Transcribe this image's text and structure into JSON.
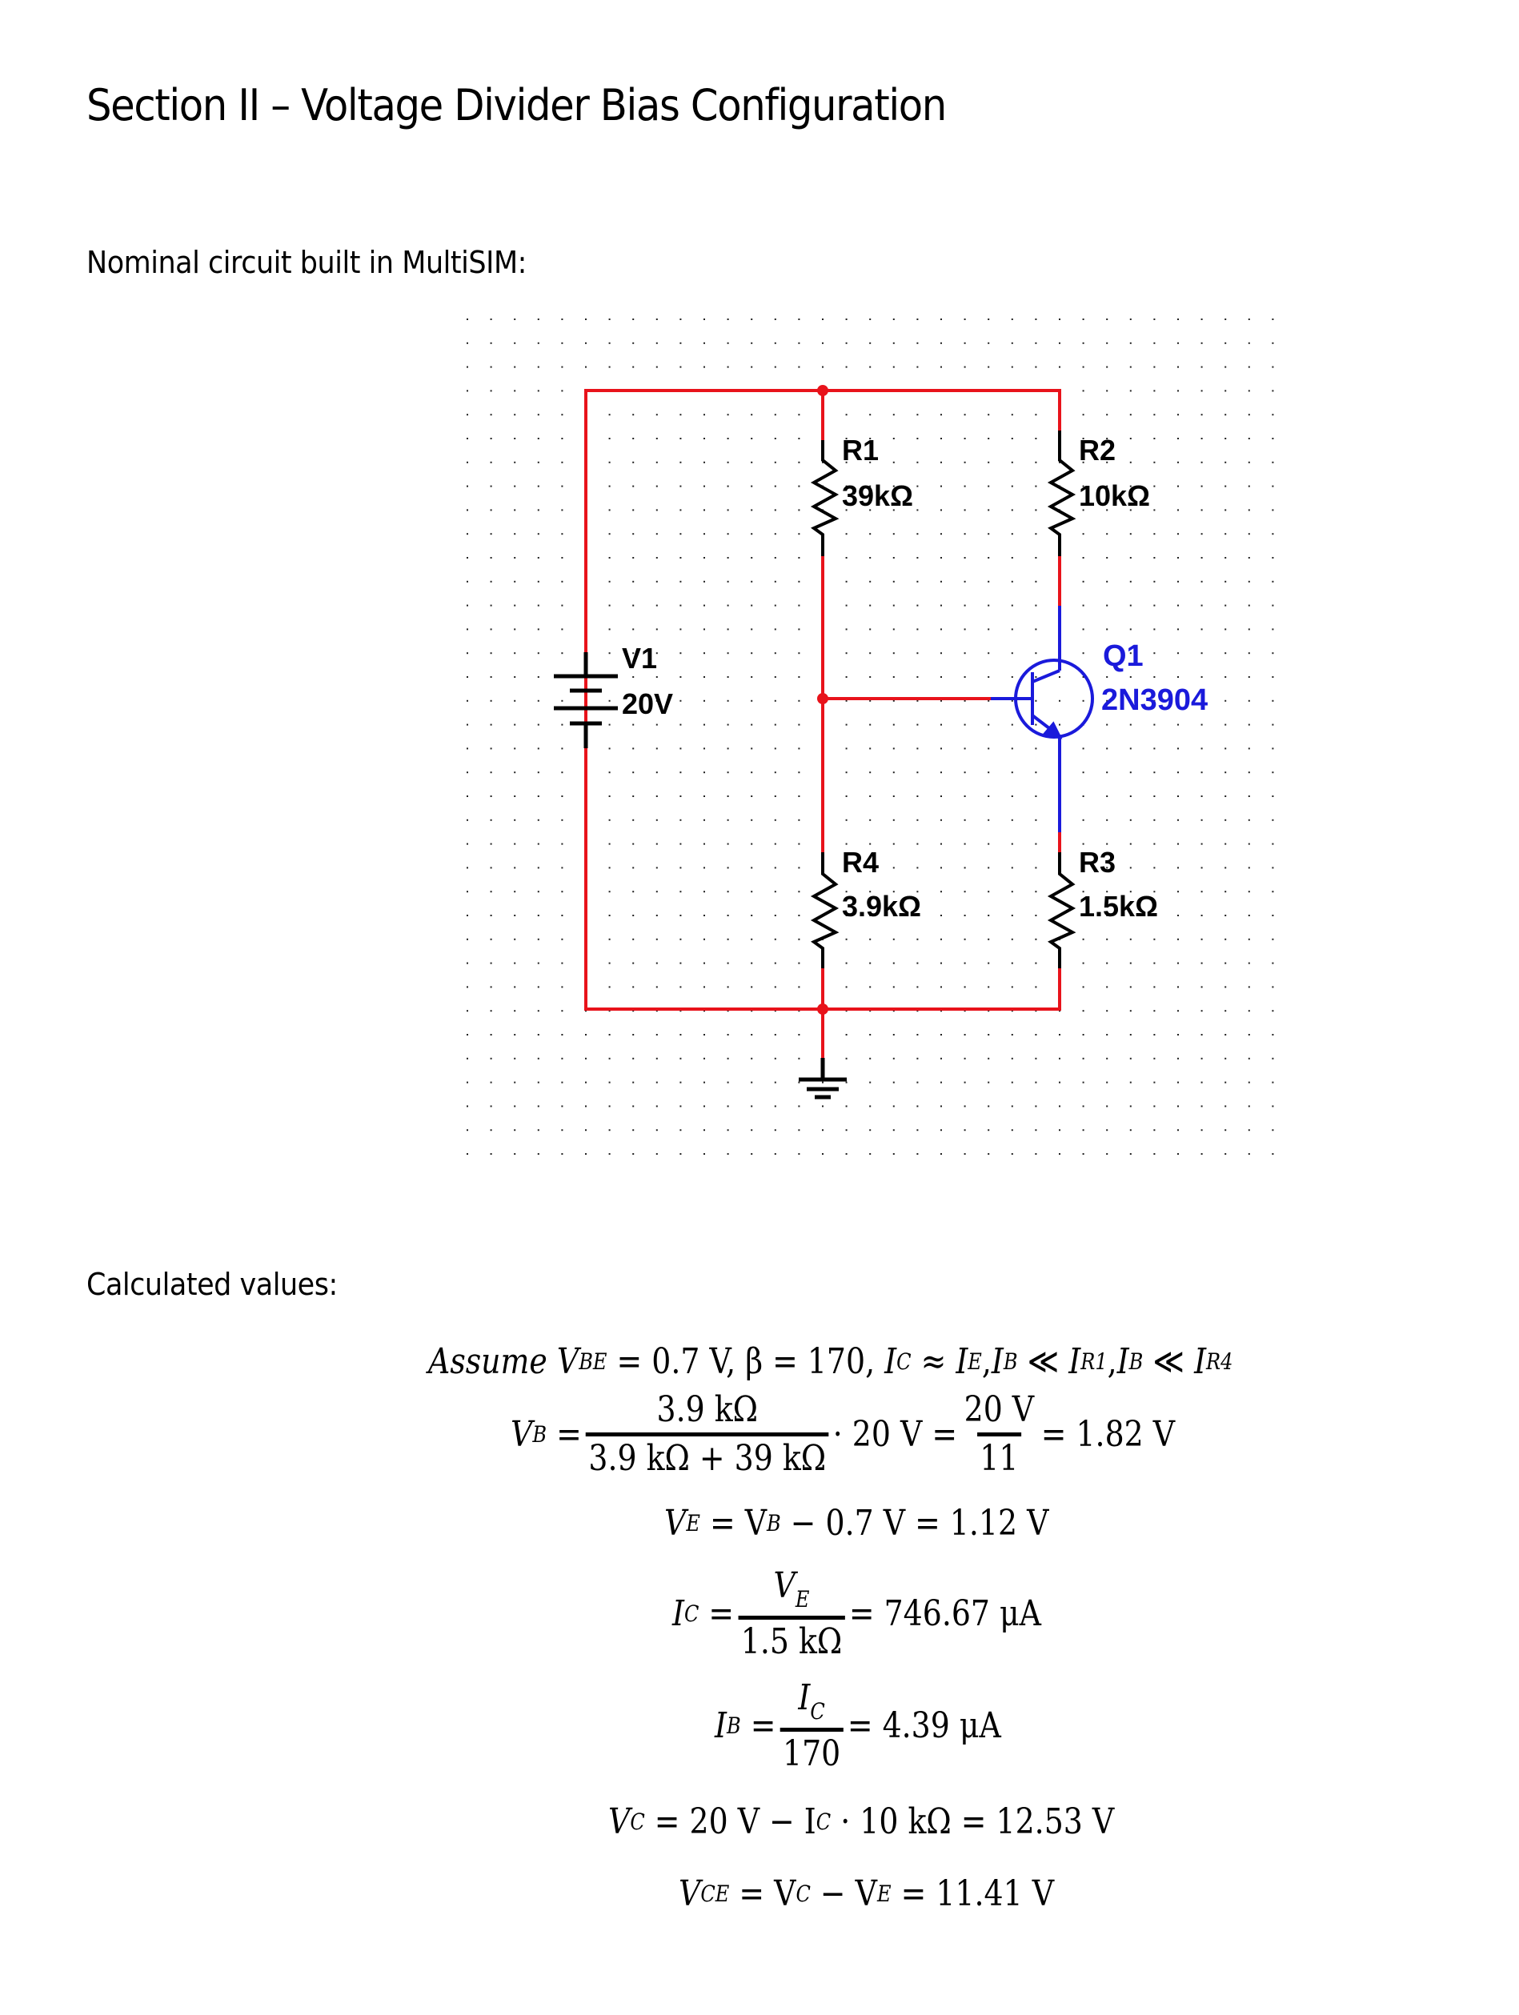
{
  "document": {
    "title": "Section II – Voltage Divider Bias Configuration",
    "circuit_heading": "Nominal circuit built in MultiSIM:",
    "calc_heading": "Calculated values:"
  },
  "schematic": {
    "colors": {
      "wire": "#e8131b",
      "component": "#000000",
      "transistor": "#1a1adb",
      "grid_dot": "#222222"
    },
    "components": {
      "r1": {
        "ref": "R1",
        "value": "39kΩ"
      },
      "r2": {
        "ref": "R2",
        "value": "10kΩ"
      },
      "r3": {
        "ref": "R3",
        "value": "1.5kΩ"
      },
      "r4": {
        "ref": "R4",
        "value": "3.9kΩ"
      },
      "v1": {
        "ref": "V1",
        "value": "20V"
      },
      "q1": {
        "ref": "Q1",
        "value": "2N3904"
      }
    }
  },
  "equations": {
    "assume": {
      "word": "Assume",
      "v": "V",
      "be": "BE",
      "eq1": "= 0.7 V, β = 170,",
      "ic": "I",
      "c": "C",
      "approx": "≈",
      "ie": "I",
      "e": "E",
      "comma": ",",
      "ib1": "I",
      "b1": "B",
      "ll1": "≪",
      "ir1": "I",
      "r1": "R1",
      "comma2": ",",
      "ib2": "I",
      "b2": "B",
      "ll2": "≪",
      "ir4": "I",
      "r4": "R4"
    },
    "vb": {
      "lhs": "V",
      "lhs_sub": "B",
      "eq": "=",
      "num": "3.9 kΩ",
      "den": "3.9 kΩ + 39 kΩ",
      "mult": "· 20 V =",
      "num2": "20 V",
      "den2": "11",
      "result": "= 1.82 V"
    },
    "ve": {
      "lhs": "V",
      "lhs_sub": "E",
      "mid": "= V",
      "mid_sub": "B",
      "rest": "− 0.7 V = 1.12 V"
    },
    "ic": {
      "lhs": "I",
      "lhs_sub": "C",
      "eq": "=",
      "num": "V",
      "num_sub": "E",
      "den": "1.5 kΩ",
      "result": "= 746.67 μA"
    },
    "ib": {
      "lhs": "I",
      "lhs_sub": "B",
      "eq": "=",
      "num": "I",
      "num_sub": "C",
      "den": "170",
      "result": "= 4.39 μA"
    },
    "vc": {
      "lhs": "V",
      "lhs_sub": "C",
      "mid": "= 20 V − I",
      "mid_sub": "C",
      "rest": "· 10 kΩ =  12.53 V"
    },
    "vce": {
      "lhs": "V",
      "lhs_sub": "CE",
      "mid": "= V",
      "mid_sub": "C",
      "mid2": "− V",
      "mid2_sub": "E",
      "rest": "= 11.41 V"
    }
  }
}
